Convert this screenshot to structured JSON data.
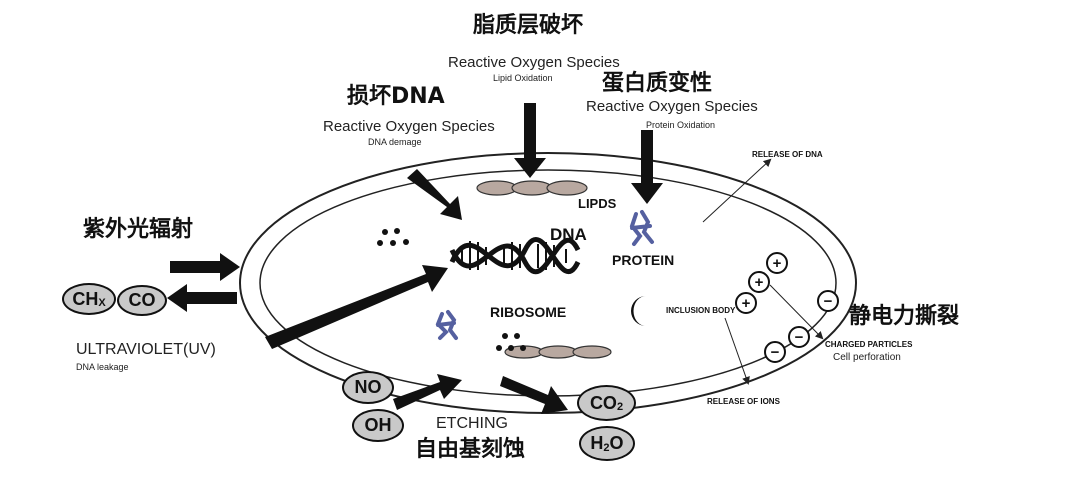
{
  "top": {
    "lipid_title": "脂质层破坏",
    "lipid_ros": "Reactive Oxygen Species",
    "lipid_sub": "Lipid Oxidation",
    "protein_title": "蛋白质变性",
    "protein_ros": "Reactive Oxygen Species",
    "protein_sub": "Protein Oxidation",
    "dna_title": "损坏DNA",
    "dna_ros": "Reactive Oxygen Species",
    "dna_sub": "DNA demage"
  },
  "left": {
    "uv_title": "紫外光辐射",
    "uv_label": "ULTRAVIOLET(UV)",
    "uv_sub": "DNA leakage",
    "ch_main": "CH",
    "ch_sub": "X",
    "co": "CO"
  },
  "cell": {
    "lipids": "LIPDS",
    "dna": "DNA",
    "protein": "PROTEIN",
    "ribosome": "RIBOSOME",
    "inclusion": "INCLUSION BODY"
  },
  "right": {
    "release_dna": "RELEASE OF DNA",
    "release_ions": "RELEASE OF IONS",
    "static_title": "静电力撕裂",
    "charged": "CHARGED PARTICLES",
    "perforation": "Cell perforation",
    "plus": "+",
    "minus": "−"
  },
  "bottom": {
    "etching_title": "自由基刻蚀",
    "etching_label": "ETCHING",
    "no": "NO",
    "oh": "OH",
    "co2_main": "CO",
    "co2_sub": "2",
    "h2o_h": "H",
    "h2o_sub": "2",
    "h2o_o": "O"
  }
}
